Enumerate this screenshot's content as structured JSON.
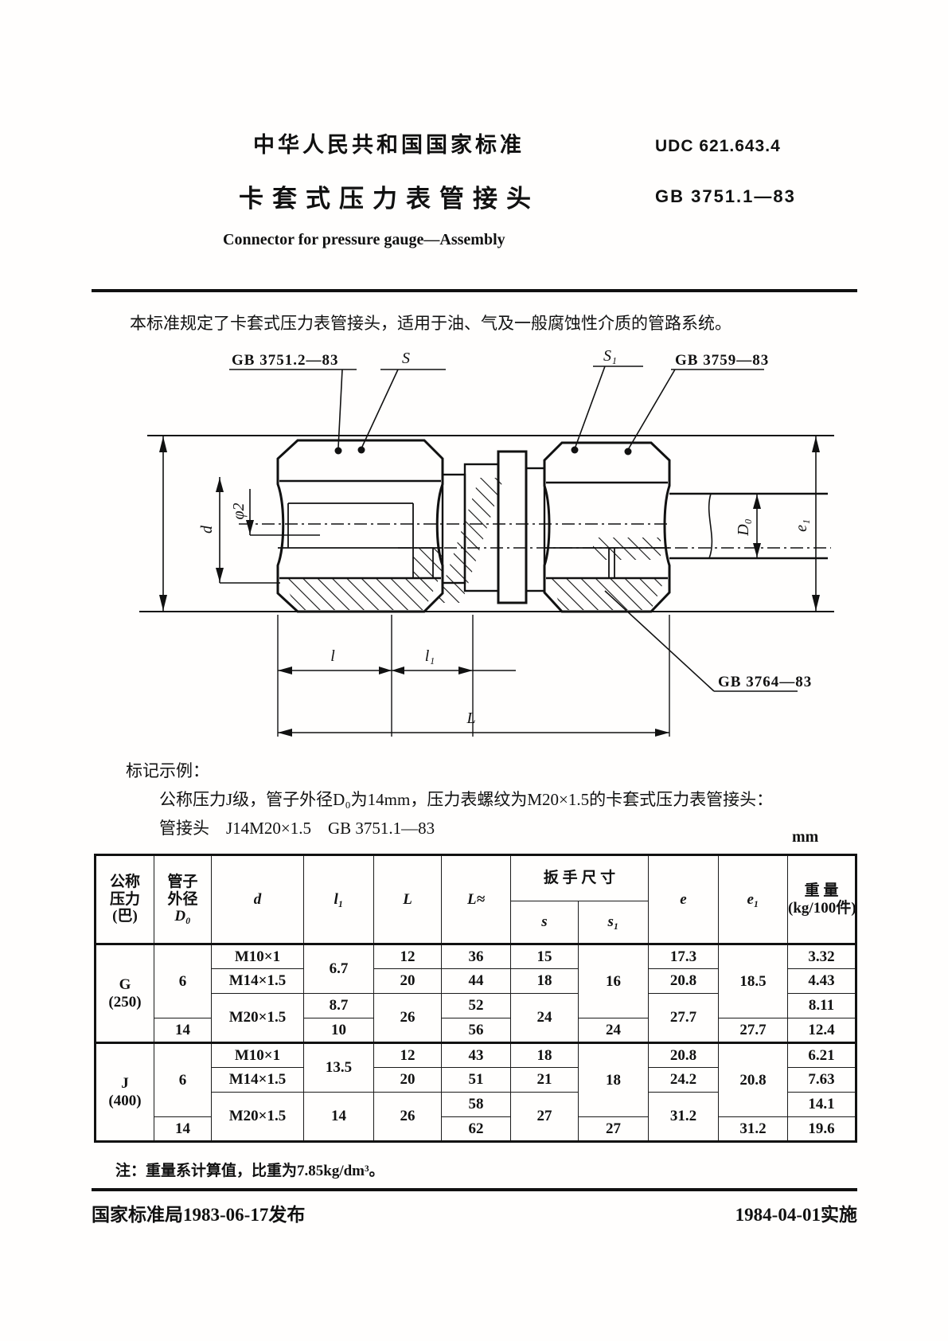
{
  "header": {
    "national_standard": "中华人民共和国国家标准",
    "udc": "UDC  621.643.4",
    "title_cn": "卡套式压力表管接头",
    "standard_no": "GB 3751.1—83",
    "title_en": "Connector for pressure gauge—Assembly"
  },
  "intro": "本标准规定了卡套式压力表管接头，适用于油、气及一般腐蚀性介质的管路系统。",
  "drawing": {
    "labels": {
      "part_left_nut": "GB 3751.2—83",
      "s": "S",
      "s1": "S₁",
      "part_right_nut": "GB 3759—83",
      "part_ferrule": "GB 3764—83",
      "dim_d": "d",
      "dim_phi2": "φ2",
      "dim_D0": "D₀",
      "dim_e1": "e₁",
      "dim_l": "l",
      "dim_l1": "l₁",
      "dim_L": "L"
    }
  },
  "marking": {
    "heading": "标记示例：",
    "line1": "公称压力J级，管子外径D₀为14mm，压力表螺纹为M20×1.5的卡套式压力表管接头：",
    "line2": "管接头　J14M20×1.5　GB 3751.1—83"
  },
  "unit_label": "mm",
  "table": {
    "headers": {
      "col1a": "公称",
      "col1b": "压力",
      "col1c": "(巴)",
      "col2a": "管子",
      "col2b": "外径",
      "col2c": "D₀",
      "d": "d",
      "l1": "l₁",
      "L": "L",
      "Lx": "L≈",
      "wrench": "扳 手 尺 寸",
      "s": "s",
      "s1": "s₁",
      "e": "e",
      "e1": "e₁",
      "w1": "重 量",
      "w2": "(kg/100件)"
    },
    "g": {
      "label1": "G",
      "label2": "(250)",
      "d0_6": "6",
      "d0_14": "14",
      "d1": "M10×1",
      "d2": "M14×1.5",
      "d3": "M20×1.5",
      "l1_12": "6.7",
      "l1_3": "8.7",
      "l1_4": "10",
      "L1": "12",
      "L2": "20",
      "L34": "26",
      "Lx1": "36",
      "Lx2": "44",
      "Lx3": "52",
      "Lx4": "56",
      "s1r": "15",
      "s2": "18",
      "s34": "24",
      "s1_123": "16",
      "s1_4": "24",
      "e1r": "17.3",
      "e2": "20.8",
      "e34": "27.7",
      "e1_123": "18.5",
      "e1_4": "27.7",
      "w1": "3.32",
      "w2": "4.43",
      "w3": "8.11",
      "w4": "12.4"
    },
    "j": {
      "label1": "J",
      "label2": "(400)",
      "d0_6": "6",
      "d0_14": "14",
      "d1": "M10×1",
      "d2": "M14×1.5",
      "d3": "M20×1.5",
      "l1_12": "13.5",
      "l1_34": "14",
      "L1": "12",
      "L2": "20",
      "L34": "26",
      "Lx1": "43",
      "Lx2": "51",
      "Lx3": "58",
      "Lx4": "62",
      "s1r": "18",
      "s2": "21",
      "s34": "27",
      "s1_123": "18",
      "s1_4": "27",
      "e1r": "20.8",
      "e2": "24.2",
      "e34": "31.2",
      "e1_123": "20.8",
      "e1_4": "31.2",
      "w1": "6.21",
      "w2": "7.63",
      "w3": "14.1",
      "w4": "19.6"
    }
  },
  "note": "注：重量系计算值，比重为7.85kg/dm³。",
  "footer": {
    "left": "国家标准局1983-06-17发布",
    "right": "1984-04-01实施"
  }
}
